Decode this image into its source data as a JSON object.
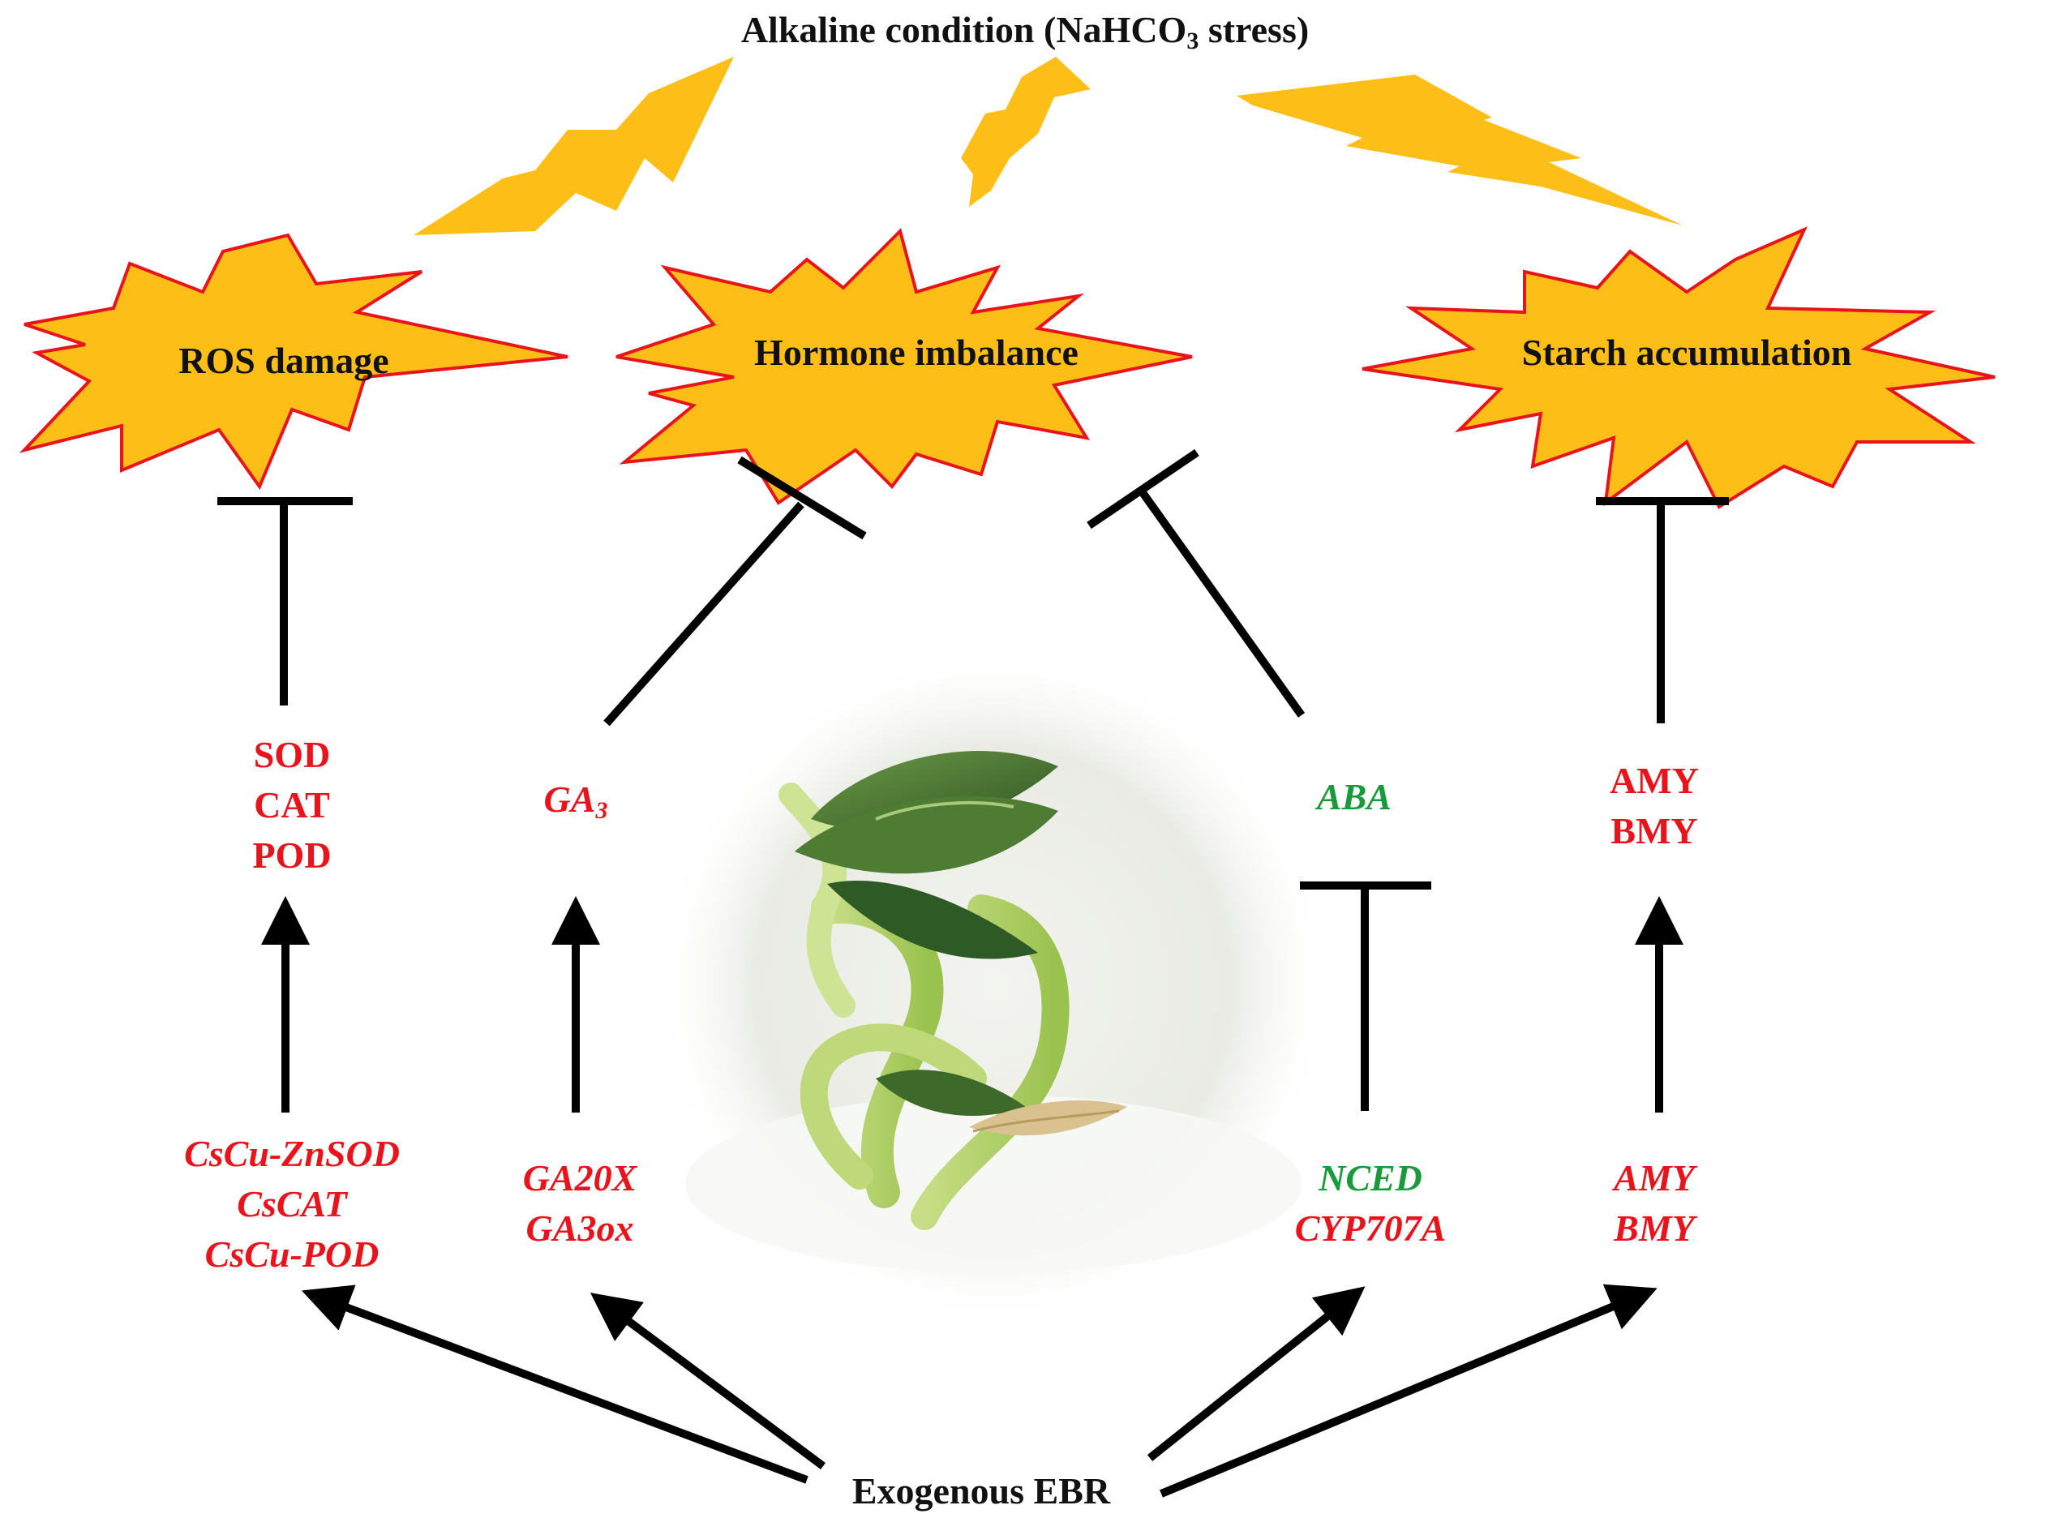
{
  "title": {
    "main": "Alkaline condition (NaHCO",
    "sub": "3",
    "tail": " stress)"
  },
  "stresses": {
    "ros": "ROS damage",
    "hormone": "Hormone imbalance",
    "starch": "Starch accumulation"
  },
  "enzymes": {
    "antioxidant": [
      "SOD",
      "CAT",
      "POD"
    ],
    "ga3_main": "GA",
    "ga3_sub": "3",
    "aba": "ABA",
    "amylase": [
      "AMY",
      "BMY"
    ]
  },
  "genes": {
    "antioxidant": [
      "CsCu-ZnSOD",
      "CsCAT",
      "CsCu-POD"
    ],
    "gibberellin": [
      "GA20X",
      "GA3ox"
    ],
    "aba": [
      "NCED",
      "CYP707A"
    ],
    "amylase": [
      "AMY",
      "BMY"
    ]
  },
  "treatment": "Exogenous EBR",
  "colors": {
    "upregulated": "#e8141c",
    "downregulated": "#1a9a3a",
    "burst_fill": "#fdbf17",
    "burst_stroke": "#e8141c",
    "lightning": "#fdbf17",
    "arrow": "#000000"
  },
  "icons": {
    "stress_marker": "starburst-icon",
    "stress_signal": "lightning-bolt-icon",
    "photo": "seedling-photo"
  }
}
